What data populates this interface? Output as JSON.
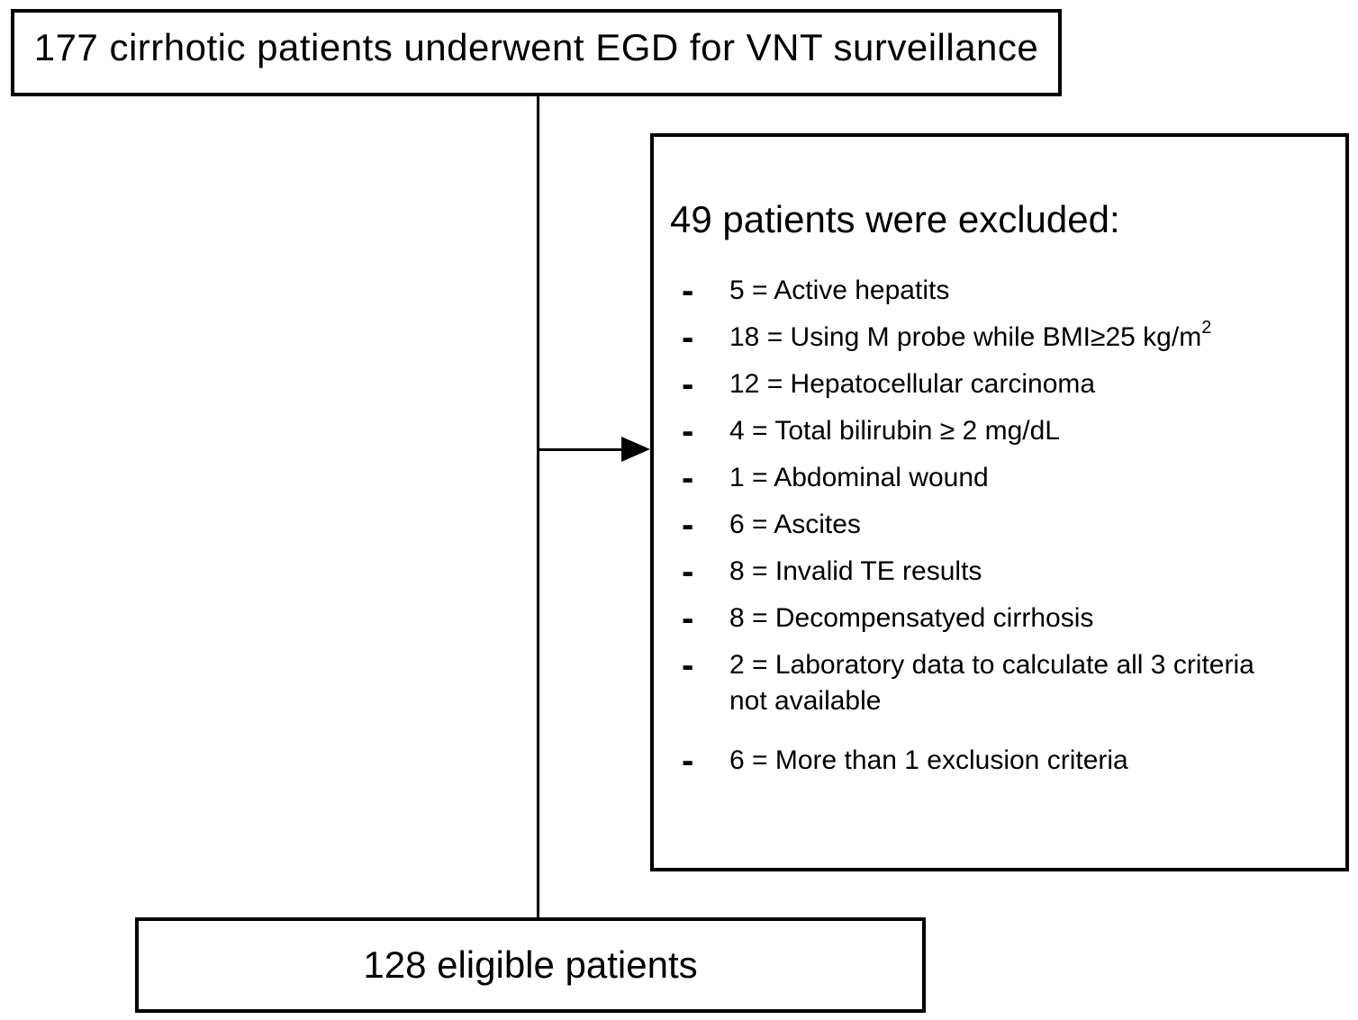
{
  "flowchart": {
    "colors": {
      "background": "#ffffff",
      "line": "#000000",
      "text": "#000000"
    },
    "top_box": {
      "label": "177 cirrhotic patients underwent EGD for VNT surveillance"
    },
    "exclusion_box": {
      "heading": "49 patients were excluded:",
      "bullet": "-",
      "items": [
        {
          "text": "5 = Active hepatits"
        },
        {
          "text": "18 = Using M probe while BMI≥25 kg/m",
          "sup": "2"
        },
        {
          "text": "12 = Hepatocellular carcinoma"
        },
        {
          "text": "4 = Total bilirubin ≥ 2 mg/dL"
        },
        {
          "text": "1 = Abdominal wound"
        },
        {
          "text": "6 = Ascites"
        },
        {
          "text": "8 = Invalid TE results"
        },
        {
          "text": "8 = Decompensatyed cirrhosis"
        },
        {
          "text": "2 = Laboratory data to calculate all 3 criteria not available"
        },
        {
          "text": "6 = More than 1 exclusion criteria"
        }
      ]
    },
    "bottom_box": {
      "label": "128 eligible patients"
    }
  }
}
